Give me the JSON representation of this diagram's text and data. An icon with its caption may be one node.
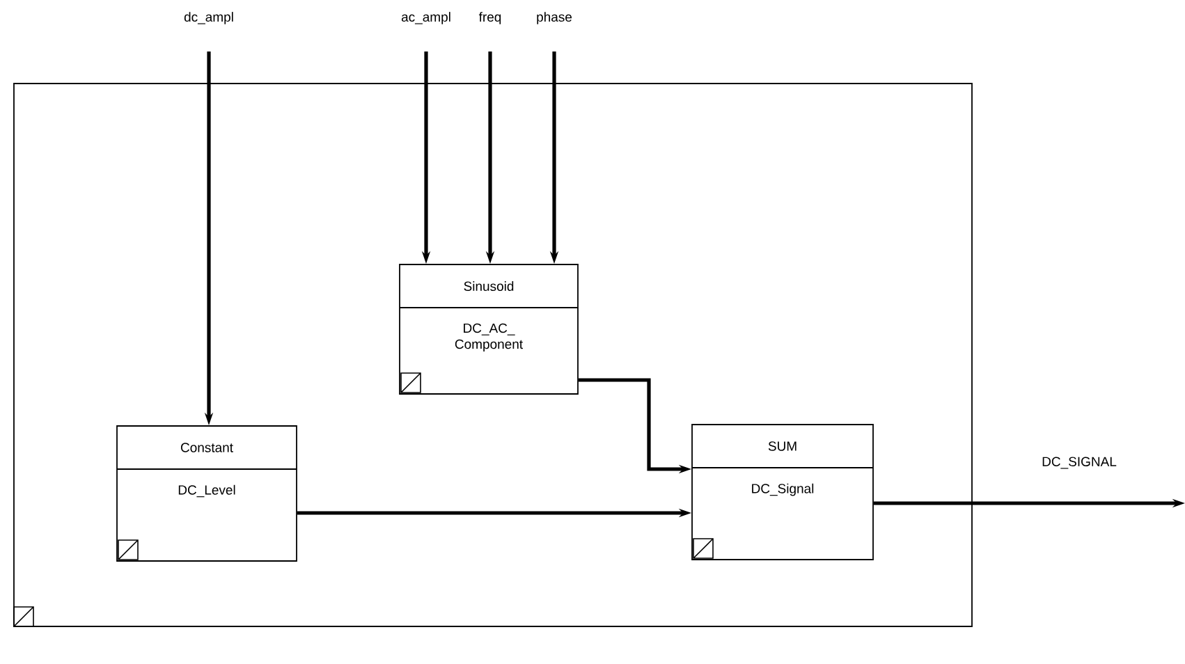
{
  "diagram": {
    "nodes": [
      {
        "text": [],
        "shape": "box"
      },
      {
        "text": [
          "dc_ampl"
        ]
      },
      {
        "text": [
          "ac_ampl"
        ]
      },
      {
        "text": [
          "freq"
        ]
      },
      {
        "text": [
          "phase"
        ]
      },
      {
        "text": [
          "Sinusoid",
          "DC_AC_ Component"
        ],
        "in": 0
      },
      {
        "text": [
          "Constant",
          "DC_Level"
        ],
        "in": 0
      },
      {
        "text": [
          "SUM",
          "DC_Signal"
        ],
        "in": 0
      }
    ],
    "edges": [
      {
        "from": 1,
        "to": 6,
        "arrow": "to"
      },
      {
        "from": 2,
        "to": 5,
        "arrow": "to"
      },
      {
        "from": 3,
        "to": 5,
        "arrow": "to"
      },
      {
        "from": 4,
        "to": 5,
        "arrow": "to"
      },
      {
        "from": 5,
        "to": 7,
        "arrow": "to"
      },
      {
        "from": 6,
        "to": 7,
        "arrow": "to"
      },
      {
        "from": 7,
        "to": null,
        "arrow": "to",
        "label": "DC_SIGNAL"
      }
    ]
  }
}
